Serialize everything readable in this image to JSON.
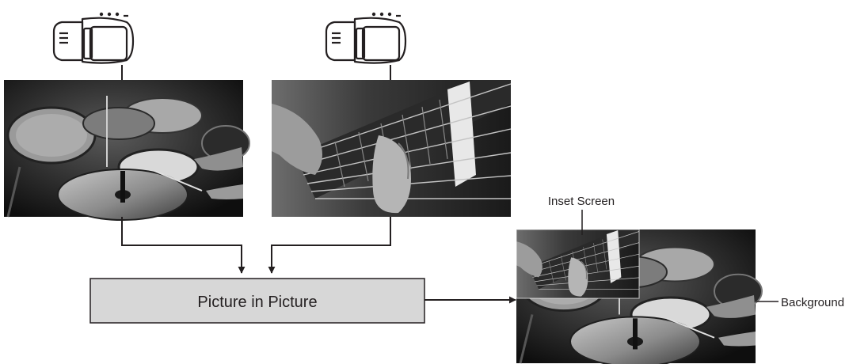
{
  "diagram": {
    "process_box": {
      "label": "Picture in Picture"
    },
    "inset_label": "Inset Screen",
    "background_label": "Background"
  },
  "icons": {
    "camera": "video-camera-icon"
  },
  "colors": {
    "line": "#231f20",
    "box_fill": "#d7d7d7",
    "photo_dark": "#141414"
  }
}
